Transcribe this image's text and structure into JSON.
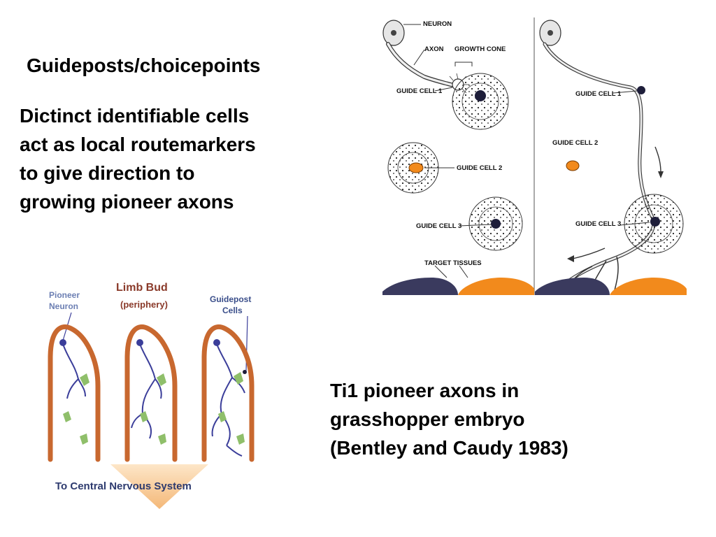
{
  "slide": {
    "title": "Guideposts/choicepoints",
    "body_lines": [
      "Dictinct identifiable cells",
      "act as local routemarkers",
      "to give direction to",
      "growing pioneer axons"
    ],
    "caption_lines": [
      "Ti1 pioneer axons in",
      "grasshopper embryo",
      "(Bentley and Caudy 1983)"
    ]
  },
  "figure_right": {
    "labels": {
      "neuron": "NEURON",
      "axon": "AXON",
      "growth_cone": "GROWTH CONE",
      "guide_cell_1": "GUIDE CELL 1",
      "guide_cell_2": "GUIDE CELL 2",
      "guide_cell_3": "GUIDE CELL 3",
      "target_tissues": "TARGET TISSUES",
      "guide_cell_1_b": "GUIDE CELL 1",
      "guide_cell_2_b": "GUIDE CELL 2",
      "guide_cell_3_b": "GUIDE CELL 3"
    },
    "colors": {
      "orange": "#f28a1c",
      "navy": "#3a3a5e"
    }
  },
  "figure_left": {
    "title": "Limb Bud",
    "subtitle": "(periphery)",
    "pioneer_line1": "Pioneer",
    "pioneer_line2": "Neuron",
    "guidepost_line1": "Guidepost",
    "guidepost_line2": "Cells",
    "bottom_banner": "To Central Nervous System",
    "colors": {
      "limb": "#c8682f",
      "axon": "#3b3e9a",
      "label_blue": "#6c7fb3",
      "title": "#8a3a2a",
      "arrow": "#f5c690",
      "cells": "#8fbf6a"
    }
  }
}
